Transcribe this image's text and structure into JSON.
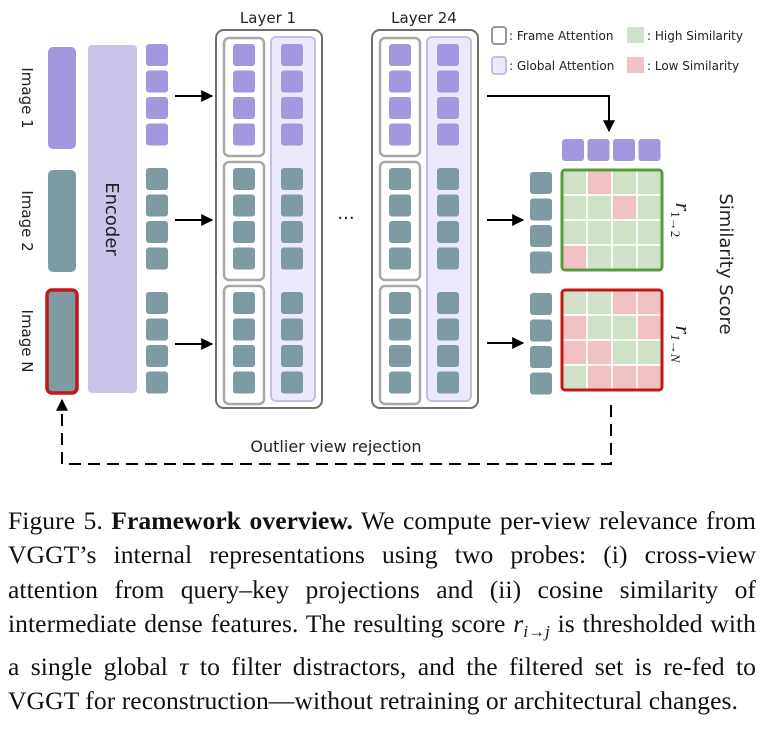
{
  "figure": {
    "inputs": [
      {
        "label": "Image 1",
        "kind": "query"
      },
      {
        "label": "Image 2",
        "kind": "normal"
      },
      {
        "label": "Image N",
        "kind": "outlier"
      }
    ],
    "encoder_label": "Encoder",
    "layers": [
      "Layer 1",
      "Layer 24"
    ],
    "ellipsis": "···",
    "legend": {
      "frame_attention": ": Frame Attention",
      "global_attention": ": Global Attention",
      "high_similarity": ": High Similarity",
      "low_similarity": ": Low Similarity"
    },
    "score_label": "Similarity Score",
    "matrices": [
      {
        "label_main": "r",
        "label_sub": "1→2",
        "border": "#5a9a3c",
        "cells": [
          [
            0,
            1,
            0,
            0
          ],
          [
            0,
            0,
            1,
            0
          ],
          [
            0,
            0,
            0,
            0
          ],
          [
            1,
            0,
            0,
            0
          ]
        ]
      },
      {
        "label_main": "r",
        "label_sub": "1→N",
        "border": "#c01818",
        "cells": [
          [
            0,
            0,
            1,
            1
          ],
          [
            1,
            0,
            0,
            1
          ],
          [
            1,
            1,
            0,
            0
          ],
          [
            0,
            1,
            1,
            1
          ]
        ]
      }
    ],
    "rejection_label": "Outlier view rejection",
    "colors": {
      "query": "#a198e0",
      "token": "#7e9aa3",
      "encoder": "#c8c5e8",
      "global_fill": "#ebe9fa",
      "global_border": "#c2bee8",
      "high": "#cfe2c7",
      "low": "#f0c2c4",
      "outlier_border": "#c01818"
    }
  },
  "caption": {
    "figure_number": "Figure 5.",
    "title": "Framework overview.",
    "body_1": "We compute per-view relevance from VGGT’s internal representations using two probes: (i) cross-view attention from query–key projections and (ii) cosine similarity of intermediate dense features. The resulting score",
    "math_main": "r",
    "math_sub": "i→j",
    "body_2": "is thresholded with a single global",
    "math_tau": "τ",
    "body_3": "to filter distractors, and the filtered set is re-fed to VGGT for reconstruction—without retraining or architectural changes."
  }
}
